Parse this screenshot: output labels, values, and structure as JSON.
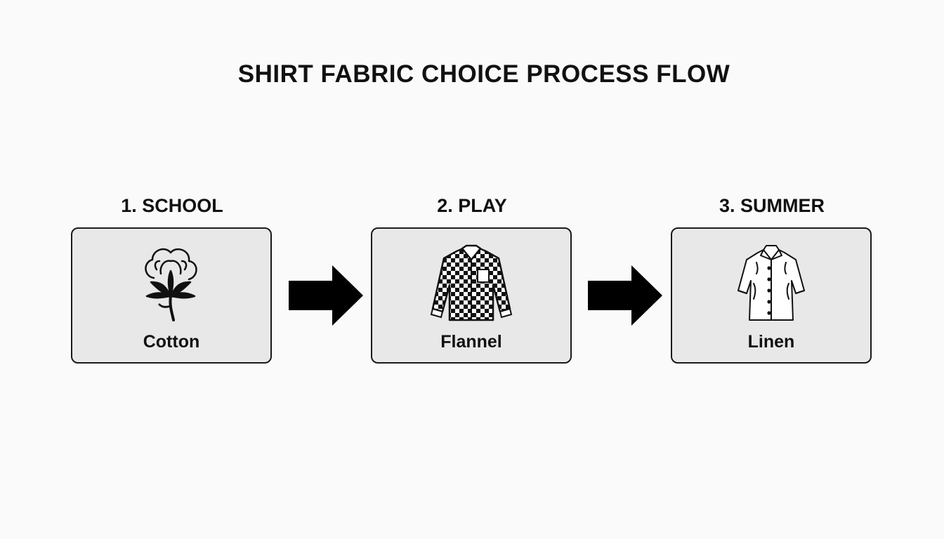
{
  "title": "SHIRT FABRIC CHOICE PROCESS FLOW",
  "steps": [
    {
      "label": "1. SCHOOL",
      "fabric": "Cotton",
      "icon": "cotton-plant-icon"
    },
    {
      "label": "2. PLAY",
      "fabric": "Flannel",
      "icon": "flannel-shirt-icon"
    },
    {
      "label": "3. SUMMER",
      "fabric": "Linen",
      "icon": "linen-shirt-icon"
    }
  ],
  "colors": {
    "background": "#fafafa",
    "card_fill": "#e8e8e8",
    "stroke": "#1a1a1a"
  }
}
